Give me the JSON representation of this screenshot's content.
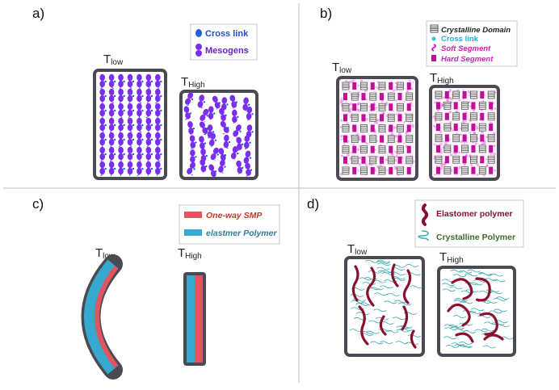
{
  "panels": {
    "a": {
      "label": "a)",
      "legend": {
        "item1": "Cross link",
        "item2": "Mesogens"
      },
      "t_low": "T",
      "t_low_sub": "low",
      "t_high": "T",
      "t_high_sub": "High"
    },
    "b": {
      "label": "b)",
      "legend": {
        "item1": "Crystalline Domain",
        "item2": "Cross link",
        "item3": "Soft Segment",
        "item4": "Hard Segment"
      },
      "t_low": "T",
      "t_low_sub": "low",
      "t_high": "T",
      "t_high_sub": "High"
    },
    "c": {
      "label": "c)",
      "legend": {
        "item1": "One-way SMP",
        "item2": "elastmer Polymer"
      },
      "t_low": "T",
      "t_low_sub": "low",
      "t_high": "T",
      "t_high_sub": "High"
    },
    "d": {
      "label": "d)",
      "legend": {
        "item1": "Elastomer polymer",
        "item2": "Crystalline Polymer"
      },
      "t_low": "T",
      "t_low_sub": "low",
      "t_high": "T",
      "t_high_sub": "High"
    }
  },
  "colors": {
    "frame": "#4a4a52",
    "crosslink": "#1f5fd8",
    "mesogen": "#7a2ff0",
    "crystalline": "#555555",
    "crosslink_b": "#38c4e0",
    "soft_segment": "#d61fd6",
    "hard_segment": "#c0109a",
    "one_way_smp": "#e05560",
    "elastomer_blue": "#36a9cf",
    "elastomer_polymer": "#8a1030",
    "crystalline_polymer": "#3aa8b0",
    "legend_text_blue": "#1f4fd0",
    "legend_text_purple": "#6a1fd0",
    "legend_text_cyan": "#20b0d0",
    "legend_text_magenta": "#d020c0",
    "legend_text_red": "#c0392b",
    "legend_text_teal": "#2a7fa0",
    "legend_text_maroon": "#8a1030",
    "legend_text_green": "#3c6a2a"
  }
}
